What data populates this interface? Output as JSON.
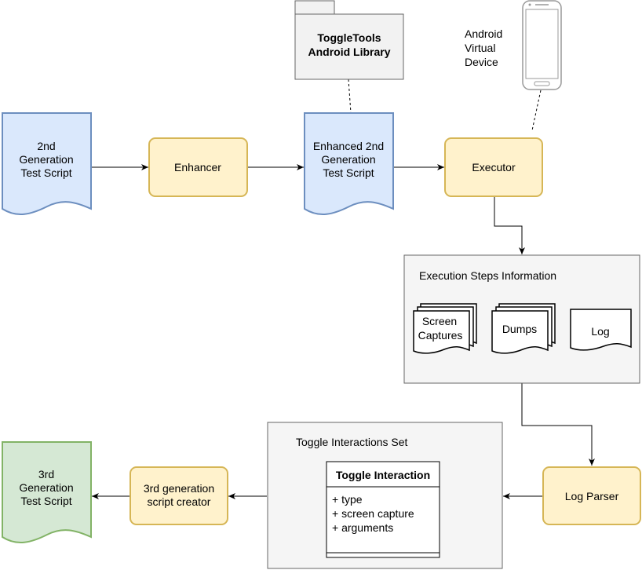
{
  "nodes": {
    "script2": {
      "lines": [
        "2nd",
        "Generation",
        "Test Script"
      ]
    },
    "enhancer": {
      "label": "Enhancer"
    },
    "library": {
      "lines": [
        "ToggleTools",
        "Android Library"
      ]
    },
    "avd": {
      "lines": [
        "Android",
        "Virtual",
        "Device"
      ]
    },
    "enhanced": {
      "lines": [
        "Enhanced 2nd",
        "Generation",
        "Test Script"
      ]
    },
    "executor": {
      "label": "Executor"
    },
    "exec_info": {
      "title": "Execution Steps Information",
      "screen": [
        "Screen",
        "Captures"
      ],
      "dumps": "Dumps",
      "log": "Log"
    },
    "log_parser": {
      "label": "Log Parser"
    },
    "toggle_set": {
      "title": "Toggle Interactions Set",
      "class_name": "Toggle Interaction",
      "attributes": [
        "+ type",
        "+ screen capture",
        "+ arguments"
      ]
    },
    "creator": {
      "lines": [
        "3rd generation",
        "script creator"
      ]
    },
    "script3": {
      "lines": [
        "3rd",
        "Generation",
        "Test Script"
      ]
    }
  },
  "colors": {
    "blue_fill": "#dae8fc",
    "blue_stroke": "#6c8ebf",
    "yellow_fill": "#fff2cc",
    "yellow_stroke": "#d6b656",
    "green_fill": "#d5e8d4",
    "green_stroke": "#82b366",
    "gray_fill": "#f5f5f5",
    "gray_stroke": "#666666",
    "library_fill": "#f2f2f2"
  }
}
